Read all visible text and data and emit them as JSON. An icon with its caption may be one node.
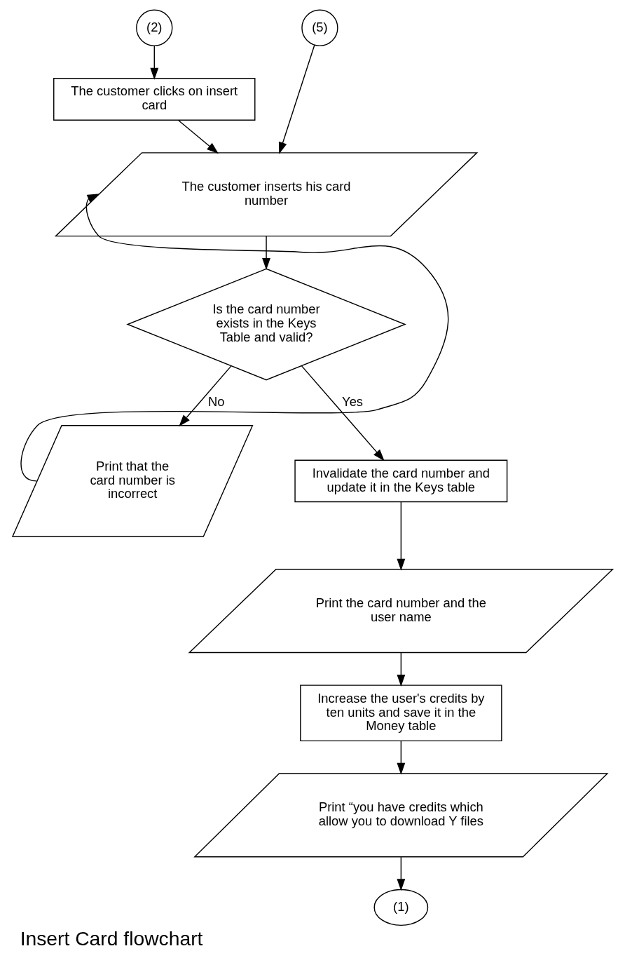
{
  "diagram": {
    "caption": "Insert Card flowchart",
    "nodes": [
      {
        "text": [
          "(2)"
        ]
      },
      {
        "text": [
          "(5)"
        ]
      },
      {
        "text": [
          "The customer clicks on insert card"
        ]
      },
      {
        "text": [
          "The customer inserts his card number"
        ]
      },
      {
        "text": [
          "Is the card number exists in the Keys Table and valid?"
        ]
      },
      {
        "text": [
          "Print that the card number is incorrect"
        ]
      },
      {
        "text": [
          "Invalidate the card number and update it in the Keys table"
        ]
      },
      {
        "text": [
          "Print the card number and the user name"
        ]
      },
      {
        "text": [
          "Increase the user's credits by ten units and save it in the Money table"
        ]
      },
      {
        "text": [
          "Print “you have credits which allow you to download Y files"
        ]
      },
      {
        "text": [
          "(1)"
        ]
      }
    ],
    "edges": [
      {
        "from": 0,
        "to": 2,
        "arrow": "to"
      },
      {
        "from": 2,
        "to": 3,
        "arrow": "to"
      },
      {
        "from": 1,
        "to": 3,
        "arrow": "to"
      },
      {
        "from": 5,
        "to": 3,
        "arrow": "to"
      },
      {
        "from": 3,
        "to": 4,
        "arrow": "to"
      },
      {
        "from": 4,
        "to": 5,
        "label": "No",
        "arrow": "to"
      },
      {
        "from": 4,
        "to": 6,
        "label": "Yes",
        "arrow": "to"
      },
      {
        "from": 6,
        "to": 7,
        "arrow": "to"
      },
      {
        "from": 7,
        "to": 8,
        "arrow": "to"
      },
      {
        "from": 8,
        "to": 9,
        "arrow": "to"
      },
      {
        "from": 9,
        "to": 10,
        "arrow": "to"
      }
    ]
  }
}
